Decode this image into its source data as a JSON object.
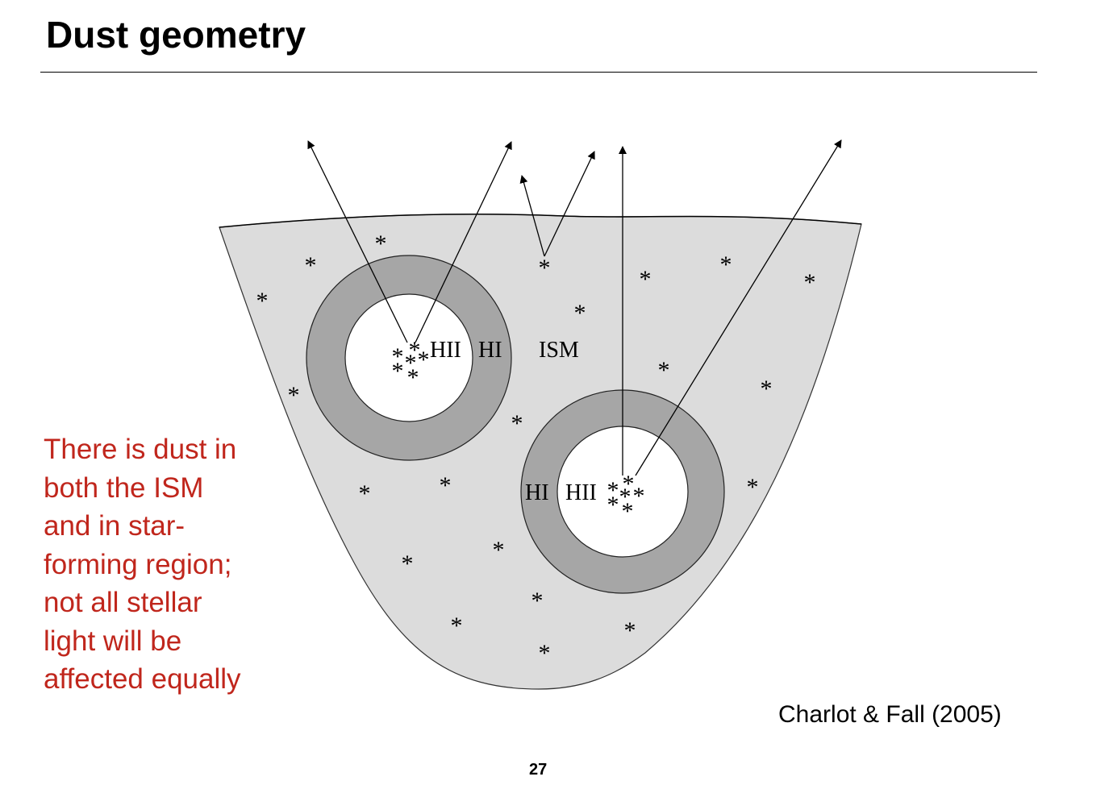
{
  "slide": {
    "title": "Dust geometry",
    "page_number": "27"
  },
  "diagram": {
    "labels": {
      "hii_left": "HII",
      "hi_left": "HI",
      "ism": "ISM",
      "hi_right": "HI",
      "hii_right": "HII"
    },
    "star_glyph": "*"
  },
  "caption": {
    "lines": [
      "There is dust in",
      "both the ISM",
      "and in star-",
      "forming region;",
      "not all stellar",
      "light will be",
      "affected equally"
    ],
    "color": "#c0261c"
  },
  "citation": "Charlot & Fall (2005)",
  "colors": {
    "ism_fill": "#dcdcdc",
    "hi_shell_fill": "#a6a6a6",
    "hii_fill": "#ffffff"
  }
}
